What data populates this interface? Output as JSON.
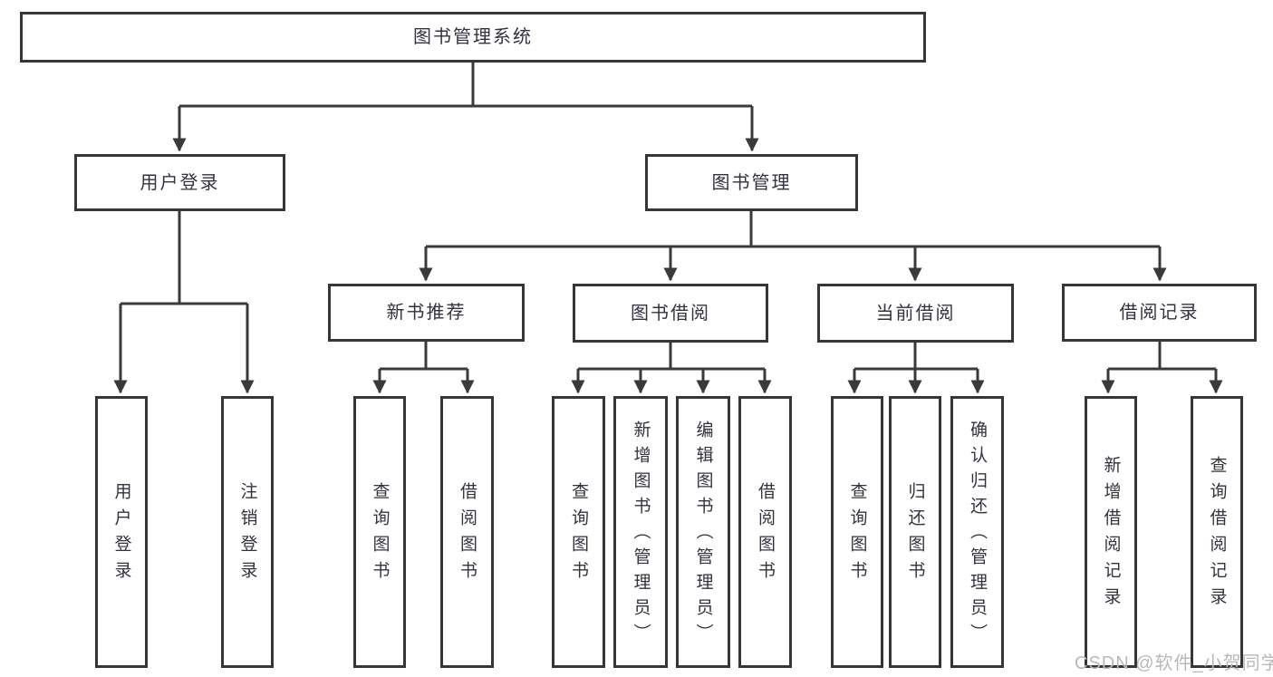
{
  "diagram": {
    "title_node": "图书管理系统",
    "level2": {
      "user_login": "用户登录",
      "book_mgmt": "图书管理"
    },
    "level3": {
      "new_book_rec": "新书推荐",
      "book_borrow": "图书借阅",
      "current_borrow": "当前借阅",
      "borrow_records": "借阅记录"
    },
    "leaves": {
      "user_login_children": {
        "login": "用户登录",
        "logout": "注销登录"
      },
      "new_book_rec_children": {
        "query_book": "查询图书",
        "borrow_book": "借阅图书"
      },
      "book_borrow_children": {
        "query_book": "查询图书",
        "add_book_admin": "新增图书（管理员）",
        "edit_book_admin": "编辑图书（管理员）",
        "borrow_book": "借阅图书"
      },
      "current_borrow_children": {
        "query_book": "查询图书",
        "return_book": "归还图书",
        "confirm_return_admin": "确认归还（管理员）"
      },
      "borrow_records_children": {
        "add_record": "新增借阅记录",
        "query_record": "查询借阅记录"
      }
    }
  },
  "watermark": "CSDN @软件_小贺同学",
  "colors": {
    "line": "#3a3a3a",
    "box_border": "#363636",
    "text": "#33333d",
    "watermark": "#b9b9b9",
    "background": "#ffffff"
  }
}
